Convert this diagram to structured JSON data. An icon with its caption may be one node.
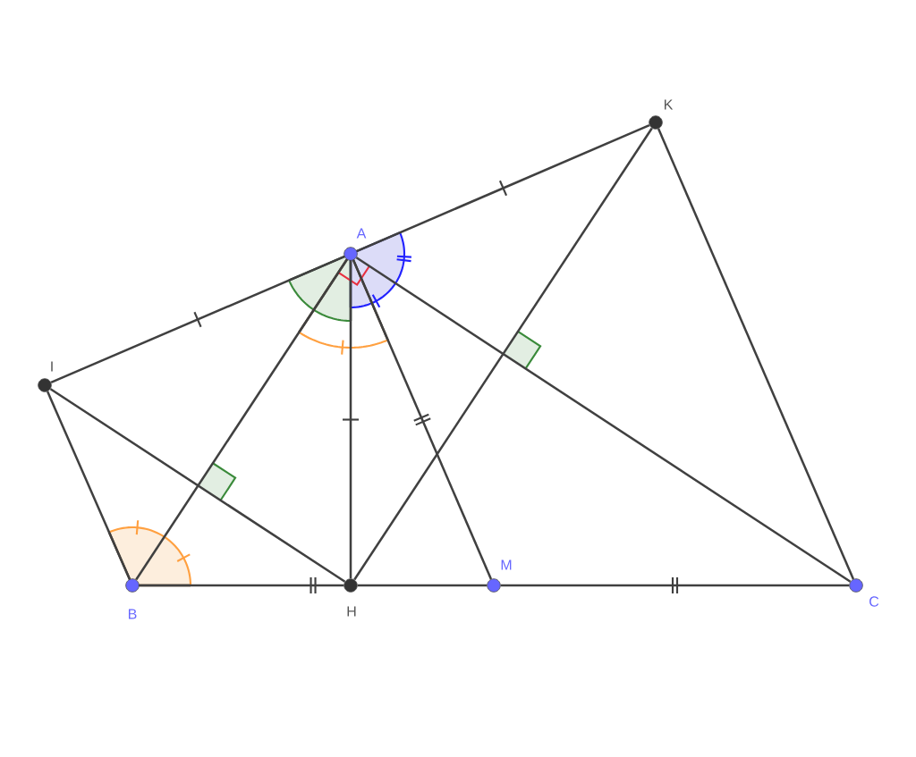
{
  "diagram": {
    "nodes": [
      {
        "text": [
          "K"
        ]
      },
      {
        "text": [
          "A"
        ]
      },
      {
        "text": [
          "I"
        ]
      },
      {
        "text": [
          "B"
        ]
      },
      {
        "text": [
          "H"
        ]
      },
      {
        "text": [
          "M"
        ]
      },
      {
        "text": [
          "C"
        ]
      }
    ],
    "edges": [
      {
        "from": 2,
        "to": 1,
        "arrow": "none"
      },
      {
        "from": 1,
        "to": 0,
        "arrow": "none"
      },
      {
        "from": 2,
        "to": 3,
        "arrow": "none"
      },
      {
        "from": 2,
        "to": 4,
        "arrow": "none"
      },
      {
        "from": 3,
        "to": 1,
        "arrow": "none"
      },
      {
        "from": 1,
        "to": 4,
        "arrow": "none"
      },
      {
        "from": 1,
        "to": 5,
        "arrow": "none"
      },
      {
        "from": 1,
        "to": 6,
        "arrow": "none"
      },
      {
        "from": 4,
        "to": 0,
        "arrow": "none"
      },
      {
        "from": 0,
        "to": 6,
        "arrow": "none"
      },
      {
        "from": 3,
        "to": 4,
        "arrow": "none"
      },
      {
        "from": 4,
        "to": 5,
        "arrow": "none"
      },
      {
        "from": 5,
        "to": 6,
        "arrow": "none"
      }
    ]
  }
}
